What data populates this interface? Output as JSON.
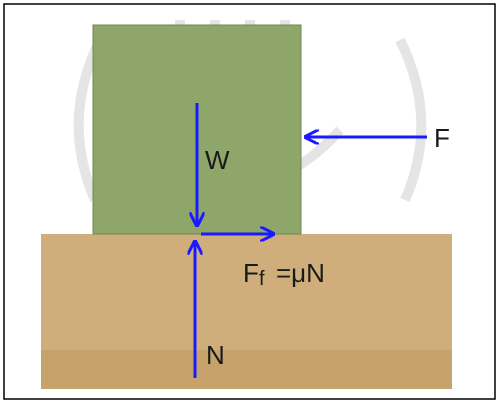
{
  "diagram": {
    "labels": {
      "weight": "W",
      "applied_force": "F",
      "friction_main": "F",
      "friction_sub": "f",
      "friction_rhs": "=μN",
      "normal": "N"
    },
    "colors": {
      "block": "#8ea66a",
      "block_edge": "#6f8a4d",
      "ground": "#cfae7b",
      "ground_lower": "#c6a36b",
      "arrow": "#1a1aff",
      "text": "#1a1a1a",
      "watermark": "#b5b5b5",
      "border": "#000000"
    }
  }
}
